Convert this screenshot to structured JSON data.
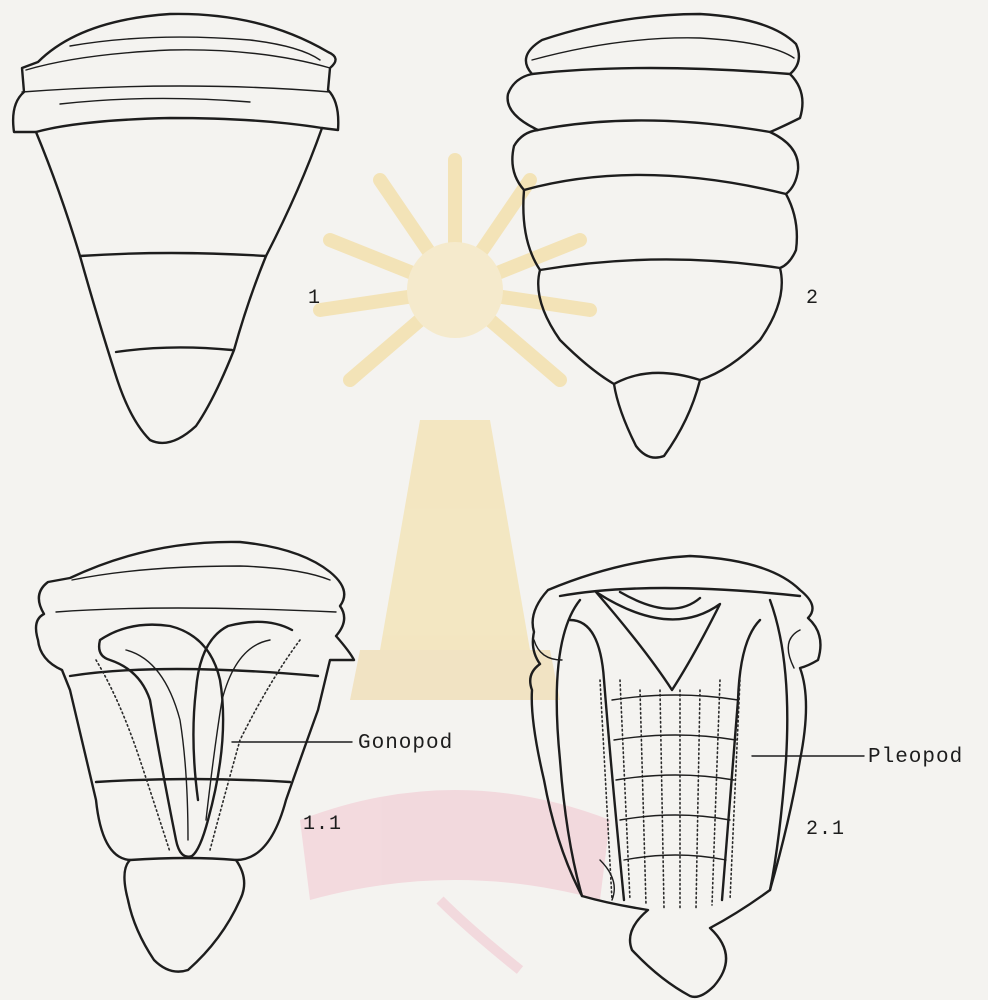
{
  "labels": {
    "fig_1": "1",
    "fig_2": "2",
    "fig_1_1": "1.1",
    "fig_2_1": "2.1",
    "gonopod": "Gonopod",
    "pleopod": "Pleopod"
  },
  "colors": {
    "background": "#f4f3f0",
    "ink": "#1d1d1d",
    "watermark_gold": "#f3d68a",
    "watermark_pink": "#f2c4cf"
  }
}
